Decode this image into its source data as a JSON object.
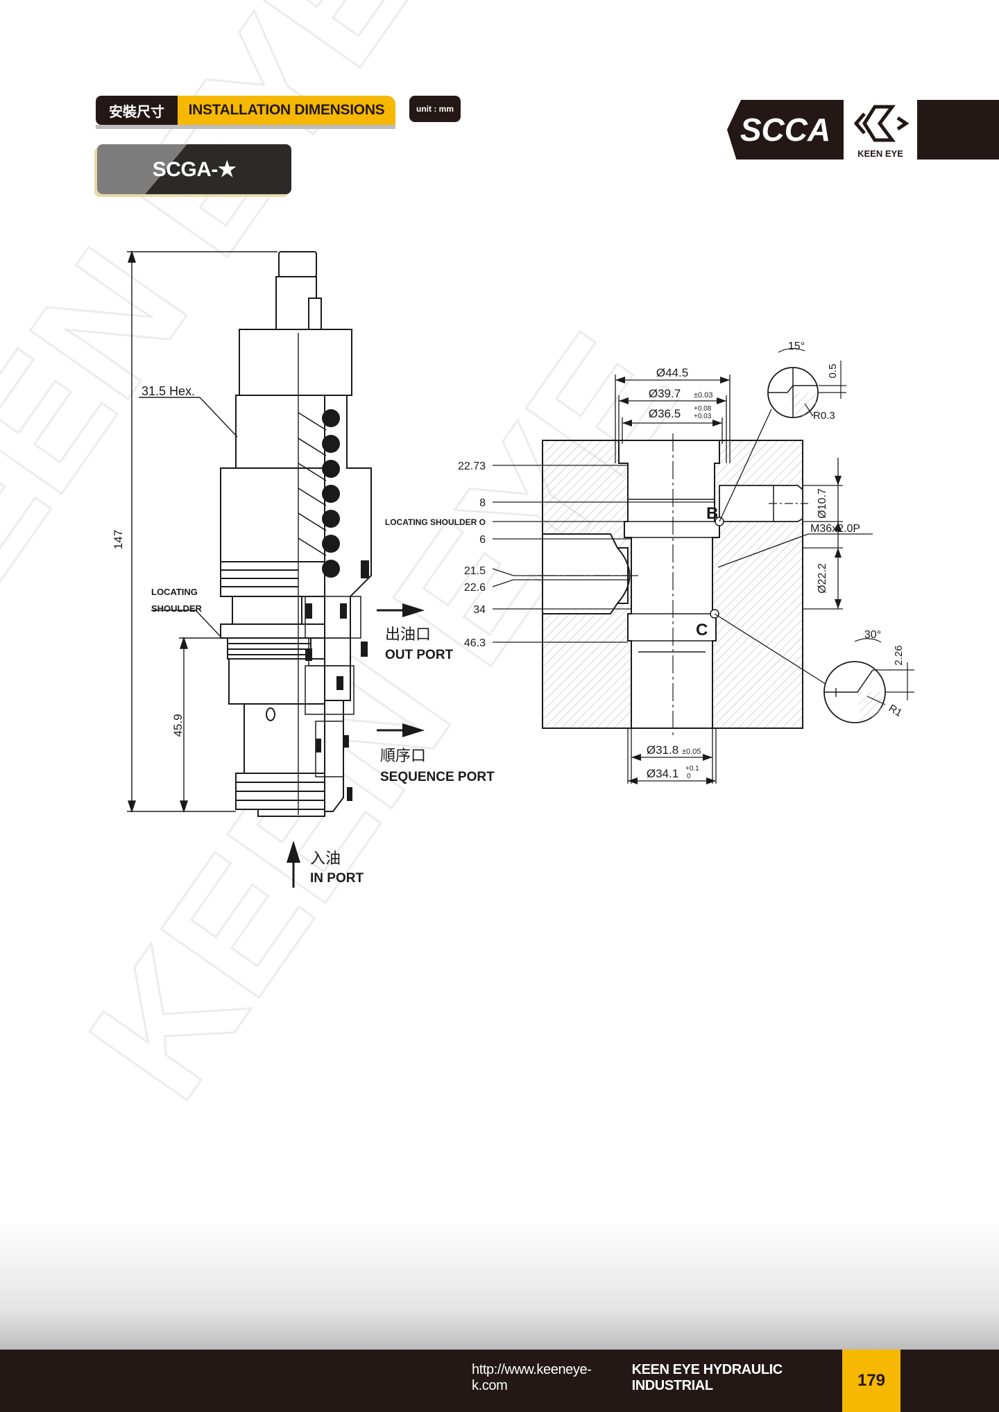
{
  "header": {
    "title_cn": "安裝尺寸",
    "title_en": "INSTALLATION DIMENSIONS",
    "unit": "unit : mm",
    "model": "SCGA-★"
  },
  "brand": {
    "series": "SCCA",
    "logo_text": "KEEN EYE"
  },
  "watermark": "KEEN EYE",
  "valve": {
    "hex": "31.5 Hex.",
    "shoulder_line1": "LOCATING",
    "shoulder_line2": "SHOULDER",
    "overall_length": "147",
    "lower_length": "45.9",
    "out_port_cn": "出油口",
    "out_port_en": "OUT PORT",
    "seq_port_cn": "順序口",
    "seq_port_en": "SEQUENCE PORT",
    "in_port_cn": "入油",
    "in_port_en": "IN PORT"
  },
  "cavity": {
    "d_top": "Ø44.5",
    "d2_main": "Ø39.7",
    "d2_tol": "±0.03",
    "d3_main": "Ø36.5",
    "d3_tol_up": "+0.08",
    "d3_tol_low": "+0.03",
    "depths": [
      "22.73",
      "8",
      "LOCATING SHOULDER O",
      "6",
      "21.5",
      "22.6",
      "34",
      "46.3"
    ],
    "d_side": "Ø10.7",
    "thread": "M36x2.0P",
    "d_mid": "Ø22.2",
    "d_bot1_main": "Ø31.8",
    "d_bot1_tol": "±0.05",
    "d_bot2_main": "Ø34.1",
    "d_bot2_tol_up": "+0.1",
    "d_bot2_tol_low": "0",
    "label_b": "B",
    "label_c": "C",
    "detail_b_angle": "15°",
    "detail_b_depth": "0.5",
    "detail_b_radius": "R0.3",
    "detail_c_angle": "30°",
    "detail_c_depth": "2.26",
    "detail_c_radius": "R1"
  },
  "footer": {
    "url": "http://www.keeneye-k.com",
    "company": "KEEN EYE HYDRAULIC INDUSTRIAL",
    "page": "179"
  }
}
